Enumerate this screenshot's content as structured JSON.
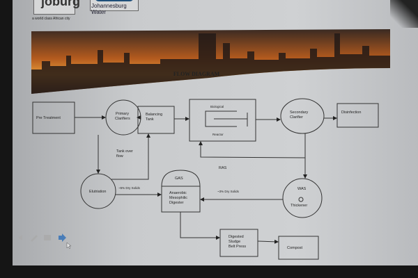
{
  "header": {
    "logo_text": "joburg",
    "tagline": "a world class African city",
    "partner_logo": "Johannesburg Water"
  },
  "title": "FLOW DIAGRAM",
  "nodes": {
    "pre_treatment": "Pre Treatment",
    "primary_clarifiers": [
      "Primary",
      "Clarifiers"
    ],
    "balancing_tank": [
      "Balancing",
      "Tank"
    ],
    "bio_reactor_top": "Biological",
    "bio_reactor_bottom": "Reactor",
    "secondary_clarifier": [
      "Secondary",
      "Clarifier"
    ],
    "disinfection": "Disinfection",
    "elutriation": "Elutriation",
    "gas": "GAS",
    "digester": [
      "Anaerobic",
      "Mesophilic",
      "Digester"
    ],
    "was": "WAS",
    "thickener": "Thickener",
    "belt_press": [
      "Digested",
      "Sludge",
      "Belt Press"
    ],
    "compost": "Compost"
  },
  "labels": {
    "tank_overflow": [
      "Tank over",
      "flow"
    ],
    "ras": "RAS",
    "dry_solids_5": "~5% Dry Solids",
    "dry_solids_3": "~3% Dry Solids"
  },
  "colors": {
    "nav_arrow": "#2f6fb8"
  }
}
